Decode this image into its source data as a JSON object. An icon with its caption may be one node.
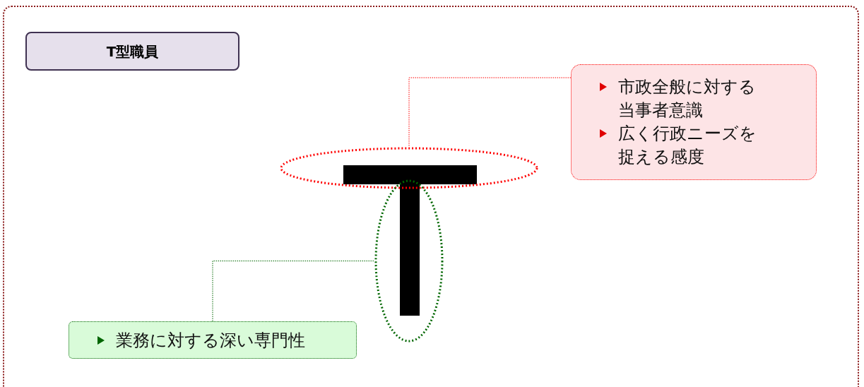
{
  "diagram": {
    "nodes": [
      {
        "text": [
          "T型職員"
        ]
      },
      {
        "text": [
          "市政全般に対する当事者意識",
          "広く行政ニーズを捉える感度"
        ]
      },
      {
        "text": [],
        "shape": "ellipse"
      },
      {
        "text": [],
        "shape": "ellipse"
      },
      {
        "text": [
          "業務に対する深い専門性"
        ]
      }
    ],
    "edges": [
      {
        "from": 1,
        "to": 2,
        "arrow": "none",
        "style": "dashed",
        "color": "#ff0000"
      },
      {
        "from": 4,
        "to": 3,
        "arrow": "none",
        "style": "dashed",
        "color": "#006600"
      }
    ]
  }
}
